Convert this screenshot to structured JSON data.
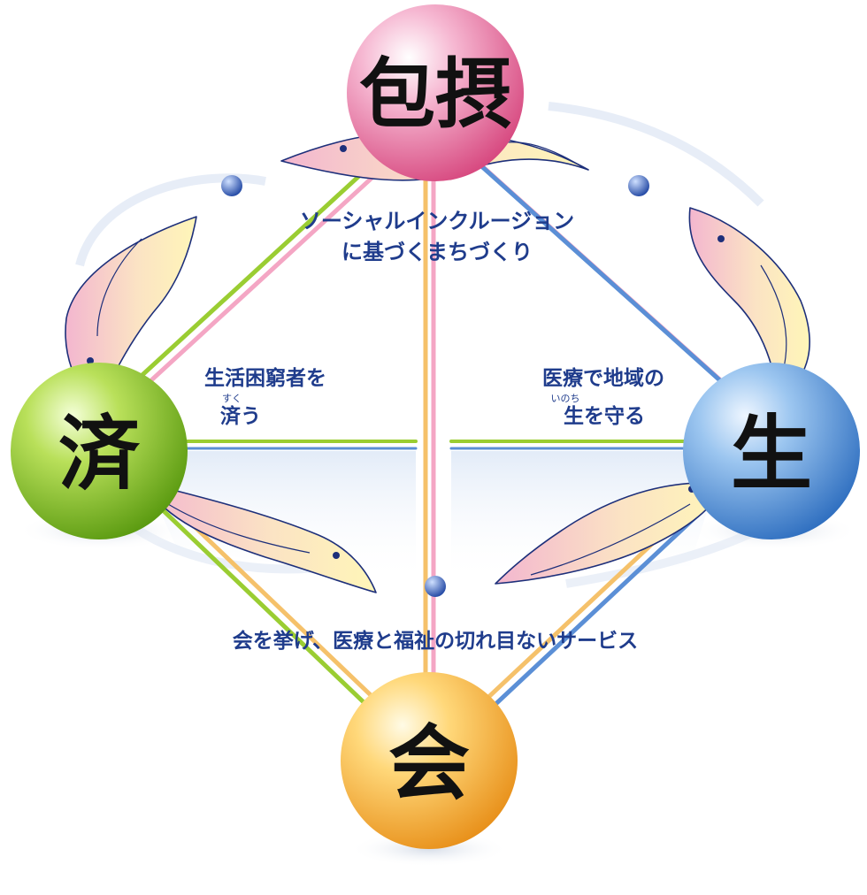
{
  "nodes": {
    "top": {
      "label": "包摂"
    },
    "left": {
      "label": "済"
    },
    "right": {
      "label": "生"
    },
    "bottom": {
      "label": "会"
    }
  },
  "captions": {
    "top_line1": "ソーシャルインクルージョン",
    "top_line2": "に基づくまちづくり",
    "left_line1": "生活困窮者を",
    "left_ruby": "すく",
    "left_line2": "済う",
    "right_line1": "医療で地域の",
    "right_ruby": "いのち",
    "right_line2": "生を守る",
    "bottom": "会を挙げ、医療と福祉の切れ目ないサービス"
  },
  "colors": {
    "top_sphere": "#e0639b",
    "left_sphere": "#7cbc1f",
    "right_sphere": "#4a8fd8",
    "bottom_sphere": "#f0a628",
    "caption_text": "#1f3c8c",
    "line_pink": "#f4a6c4",
    "line_green": "#9acd32",
    "line_blue": "#5b8fd6",
    "line_orange": "#f5c16a",
    "bird_fill": "#fff3b0",
    "bird_tail": "#f3b6cf",
    "bird_outline": "#1d2f7a"
  },
  "icons": [
    "sphere",
    "bird-icon",
    "dot-icon"
  ]
}
